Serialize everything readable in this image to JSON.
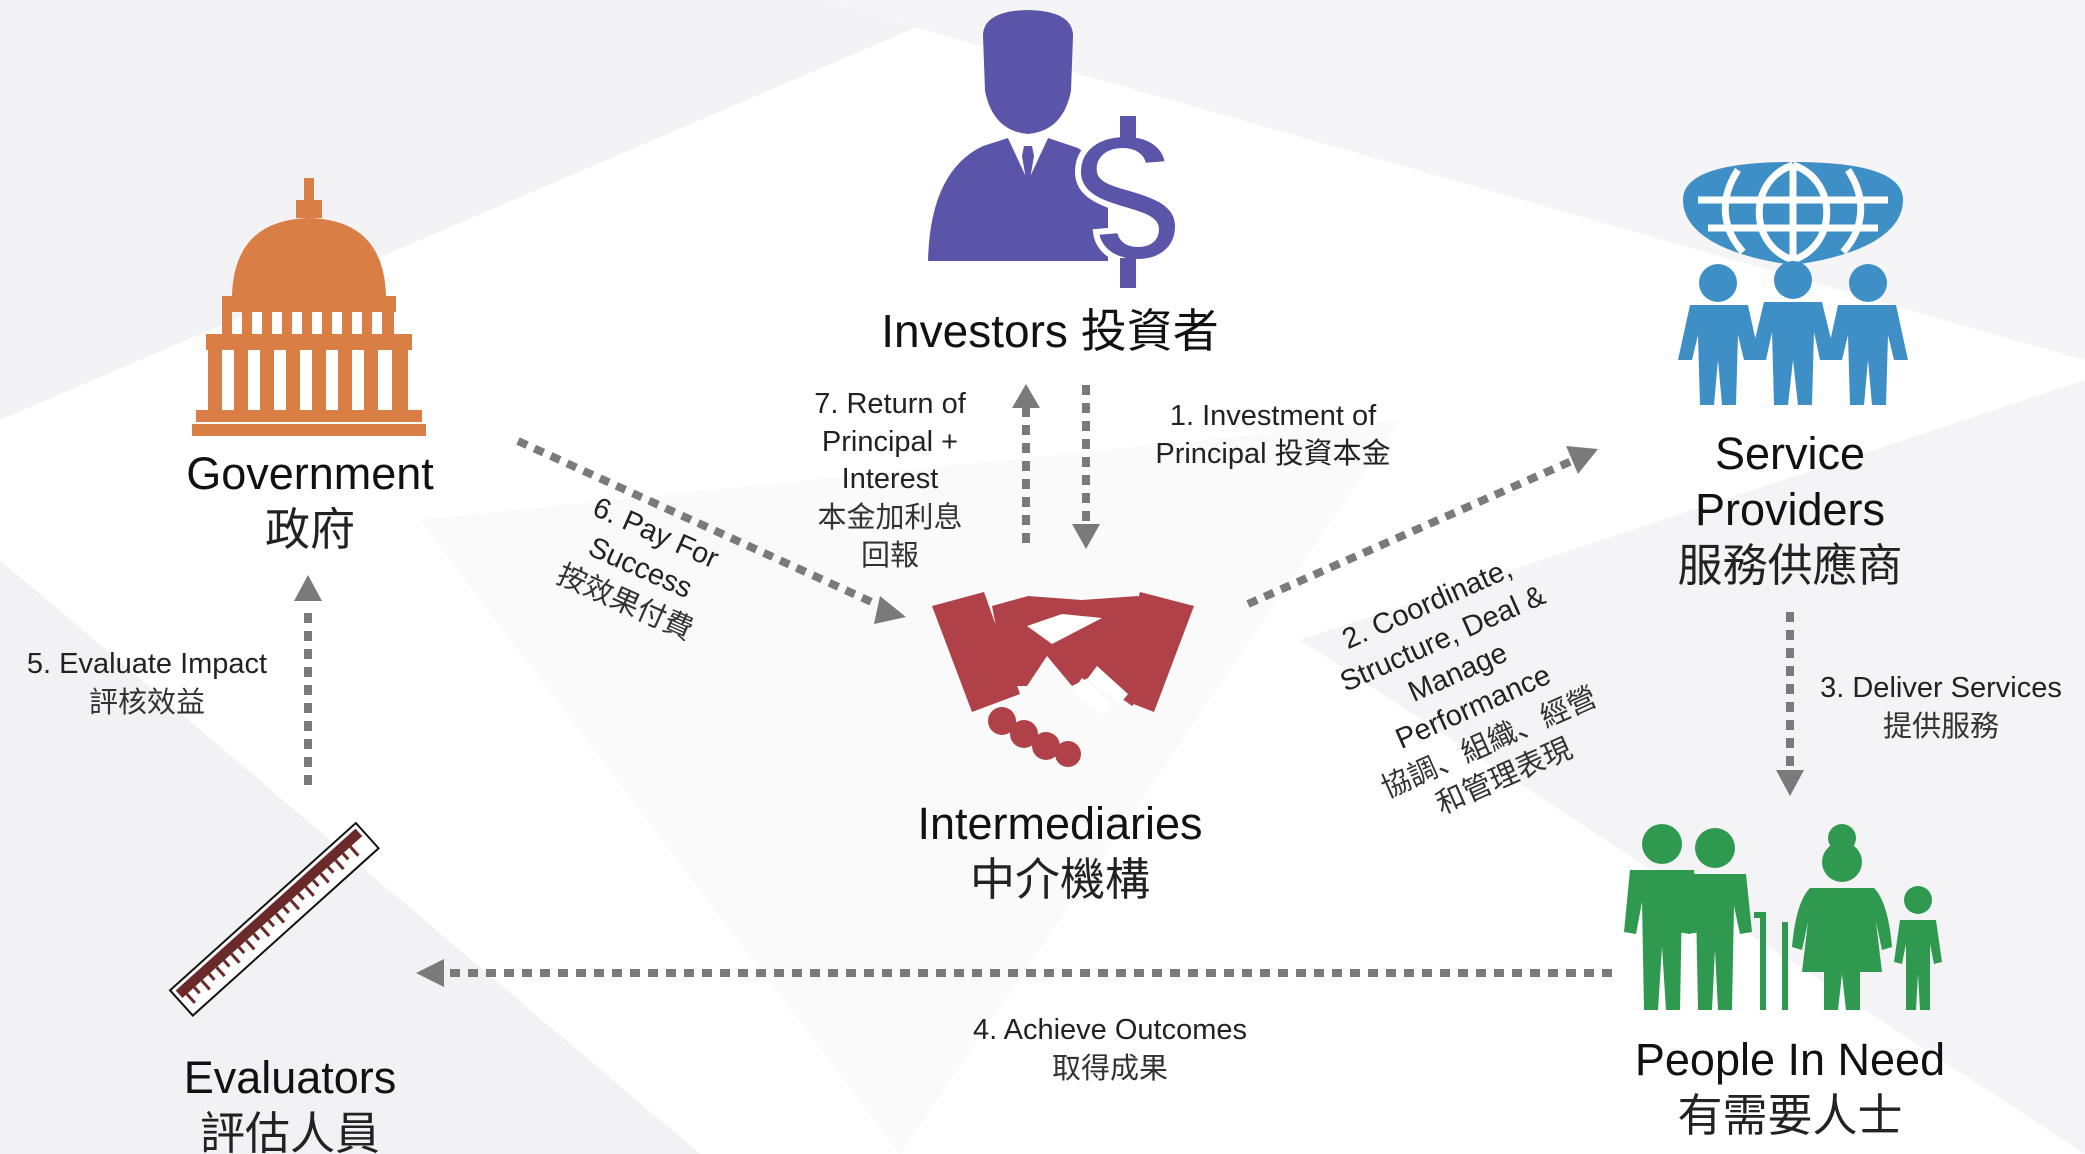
{
  "colors": {
    "investors": "#5a55a8",
    "government": "#d97f45",
    "service_providers": "#3f8fc7",
    "intermediaries": "#b04148",
    "people": "#2f9a4f",
    "evaluators": "#6b2a2a",
    "arrow": "#7a7a7a"
  },
  "nodes": {
    "investors": {
      "en": "Investors",
      "cn": "投資者",
      "icon": "investor-dollar-icon"
    },
    "government": {
      "en": "Government",
      "cn": "政府",
      "icon": "capitol-building-icon"
    },
    "service_providers": {
      "en_line1": "Service",
      "en_line2": "Providers",
      "cn": "服務供應商",
      "icon": "globe-people-icon"
    },
    "intermediaries": {
      "en": "Intermediaries",
      "cn": "中介機構",
      "icon": "handshake-icon"
    },
    "people_in_need": {
      "en": "People In Need",
      "cn": "有需要人士",
      "icon": "family-icon"
    },
    "evaluators": {
      "en": "Evaluators",
      "cn": "評估人員",
      "icon": "ruler-icon"
    }
  },
  "steps": {
    "s1": {
      "en_line1": "1. Investment of",
      "en_line2": "Principal 投資本金"
    },
    "s2": {
      "en_line1": "2. Coordinate,",
      "en_line2": "Structure, Deal &",
      "en_line3": "Manage",
      "en_line4": "Performance",
      "cn_line1": "協調、組織、經營",
      "cn_line2": "和管理表現"
    },
    "s3": {
      "en": "3. Deliver Services",
      "cn": "提供服務"
    },
    "s4": {
      "en": "4. Achieve Outcomes",
      "cn": "取得成果"
    },
    "s5": {
      "en": "5. Evaluate Impact",
      "cn": "評核效益"
    },
    "s6": {
      "en_line1": "6. Pay For",
      "en_line2": "Success",
      "cn": "按效果付費"
    },
    "s7": {
      "en_line1": "7. Return of",
      "en_line2": "Principal +",
      "en_line3": "Interest",
      "cn_line1": "本金加利息",
      "cn_line2": "回報"
    }
  }
}
